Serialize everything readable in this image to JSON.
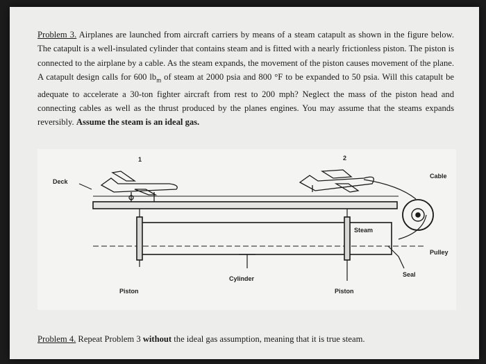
{
  "problem3": {
    "heading": "Problem 3.",
    "body": " Airplanes are launched from aircraft carriers by means of a steam catapult as shown in the figure below. The catapult is a well-insulated cylinder that contains steam and is fitted with a nearly frictionless piston. The piston is connected to the airplane by a cable. As the steam expands, the movement of the piston causes movement of the plane. A catapult design calls for 600 lb",
    "unit_sub": "m",
    "body2": " of steam at 2000 psia and 800 °F to be expanded to 50 psia. Will this catapult be adequate to accelerate a 30-ton fighter aircraft from rest to 200 mph? Neglect the mass of the piston head and connecting cables as well as the thrust produced by the planes engines. You may assume that the steams expands reversibly. ",
    "bold_tail": "Assume the steam is an ideal gas."
  },
  "figure": {
    "state1": "1",
    "state2": "2",
    "deck": "Deck",
    "cable": "Cable",
    "steam": "Steam",
    "pulley": "Pulley",
    "seal": "Seal",
    "cylinder": "Cylinder",
    "piston_left": "Piston",
    "piston_right": "Piston"
  },
  "problem4": {
    "heading": "Problem 4.",
    "text1": " Repeat Problem 3 ",
    "bold": "without",
    "text2": " the ideal gas assumption, meaning that it is true steam."
  }
}
